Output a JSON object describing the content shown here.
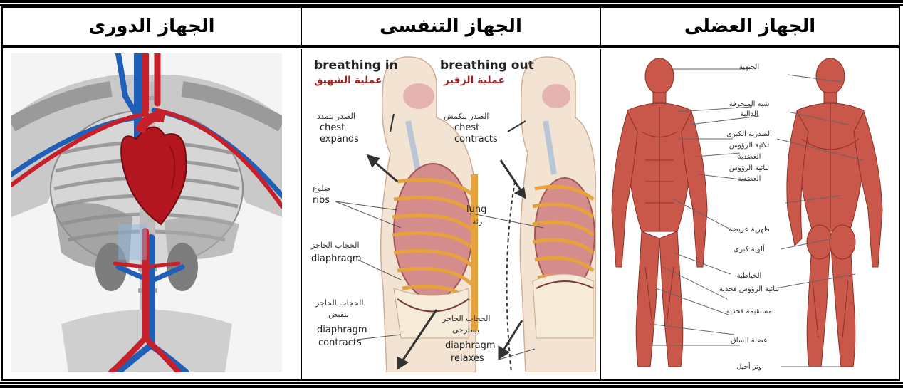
{
  "header": {
    "circulatory": "الجهاز الدورى",
    "respiratory": "الجهاز التنفسى",
    "muscular": "الجهاز العضلى"
  },
  "respiratory_figure": {
    "breathing_in_en": "breathing in",
    "breathing_in_ar": "عملية الشهيق",
    "breathing_out_en": "breathing out",
    "breathing_out_ar": "عملية الزفير",
    "chest_expands_ar": "الصدر يتمدد",
    "chest_expands_1": "chest",
    "chest_expands_2": "expands",
    "chest_contracts_ar": "الصدر ينكمش",
    "chest_contracts_1": "chest",
    "chest_contracts_2": "contracts",
    "ribs_ar": "ضلوع",
    "ribs_en": "ribs",
    "lung_en": "lung",
    "lung_ar": "رئة",
    "diaphragm_ar": "الحجاب الحاجز",
    "diaphragm_en": "diaphragm",
    "diaphragm_contracts_ar_1": "الحجاب الحاجز",
    "diaphragm_contracts_ar_2": "ينقبض",
    "diaphragm_contracts_1": "diaphragm",
    "diaphragm_contracts_2": "contracts",
    "diaphragm_relaxes_ar_1": "الحجاب الحاجز",
    "diaphragm_relaxes_ar_2": "يسترخى",
    "diaphragm_relaxes_1": "diaphragm",
    "diaphragm_relaxes_2": "relaxes"
  },
  "muscle_labels": [
    "الجبهية",
    "شبه المنحرفة",
    "الدالية",
    "الصدرية الكبرى",
    "ثلاثية الرؤوس",
    "العضدية",
    "ثنائية الرؤوس",
    "العضدية",
    "ظهرية عريضة",
    "ألوية كبرى",
    "الخياطية",
    "ثنائية الرؤوس فخذية",
    "مستقيمة فخذية",
    "عضلة الساق",
    "وتر أخيل"
  ],
  "colors": {
    "artery": "#c8202a",
    "vein": "#1f5fb8",
    "muscle": "#c9574a",
    "bone": "#d9d9d9",
    "torso": "#f3e3d3",
    "ribs": "#e8a23c"
  }
}
